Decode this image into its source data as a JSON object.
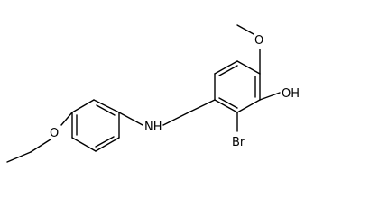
{
  "molecule": {
    "atoms": {
      "nh": "NH",
      "o_ethoxy": "O",
      "o_methoxy": "O",
      "oh": "OH",
      "br": "Br"
    }
  },
  "colors": {
    "bond": "#000000",
    "label": "#000000",
    "background": "#ffffff"
  }
}
